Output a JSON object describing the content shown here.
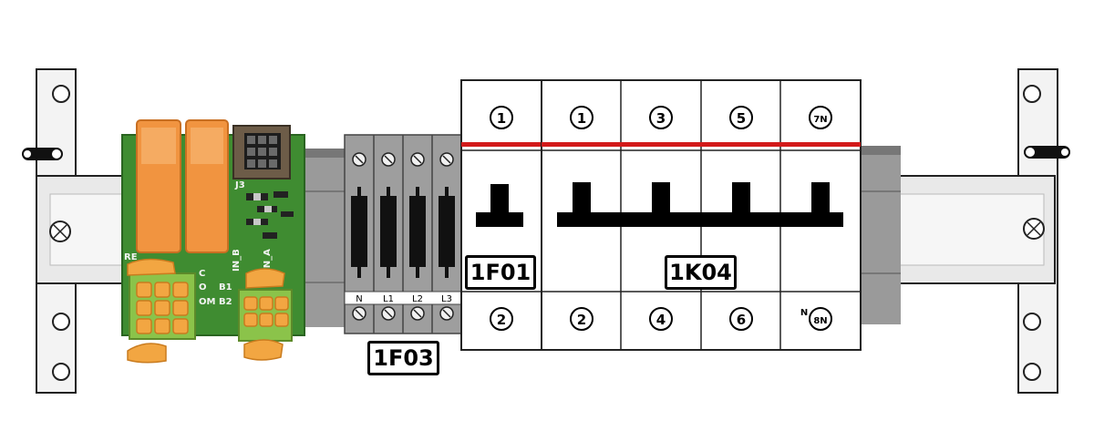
{
  "labels": {
    "f01": "1F01",
    "k04": "1K04",
    "f03": "1F03"
  },
  "breaker_f01": {
    "top_terminals": [
      "1"
    ],
    "bottom_terminals": [
      "2"
    ]
  },
  "contactor_k04": {
    "top_terminals": [
      "1",
      "3",
      "5",
      "7N"
    ],
    "bottom_terminals": [
      "2",
      "4",
      "6",
      "8N"
    ],
    "neutral_mark": "N"
  },
  "terminal_block": {
    "labels": [
      "N",
      "L1",
      "L2",
      "L3"
    ]
  },
  "relay_board": {
    "silkscreen": [
      "IN_B",
      "IN_A",
      "RE",
      "C",
      "O",
      "B1",
      "OM",
      "B2",
      "J3"
    ]
  },
  "colors": {
    "rail": "#f2f2f2",
    "din_rail": "#d4d4d4",
    "breaker_stripe": "#d21a1a",
    "relay": "#f0923a",
    "pcb": "#3c8a2f",
    "connector": "#8bc34a",
    "terminal_gray": "#8a8a8a"
  },
  "icons": [
    "screw-icon",
    "mounting-hole-icon",
    "cross-screw-icon"
  ]
}
